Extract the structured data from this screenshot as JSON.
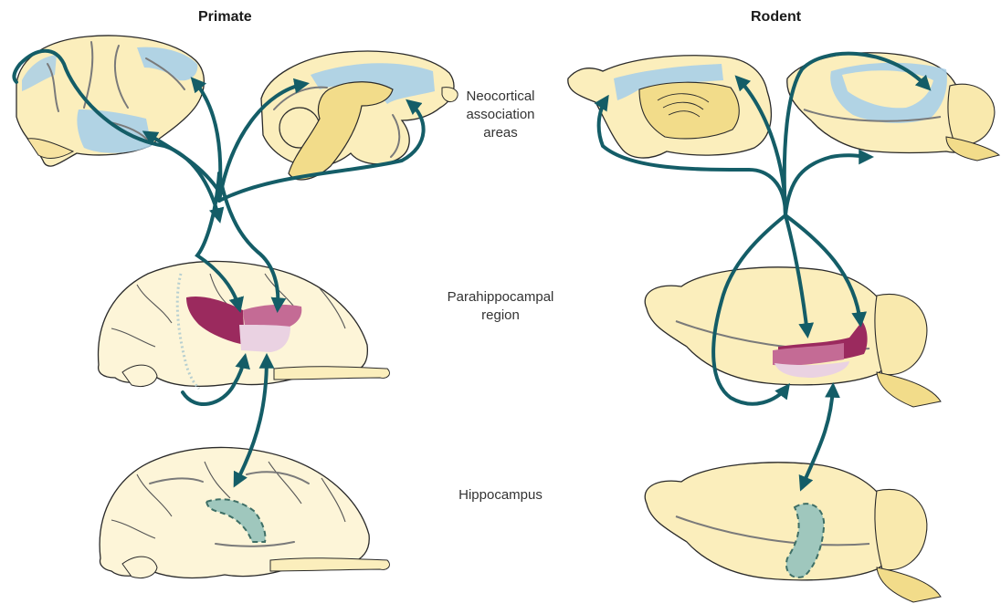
{
  "titles": {
    "left": "Primate",
    "right": "Rodent"
  },
  "labels": {
    "neocortical": [
      "Neocortical",
      "association",
      "areas"
    ],
    "parahippocampal": [
      "Parahippocampal",
      "region"
    ],
    "hippocampus": [
      "Hippocampus"
    ]
  },
  "colors": {
    "brain_fill": "#fbeebc",
    "brain_fill_light": "#fdf5d8",
    "brain_stroke": "#2a2a2a",
    "sulcus": "#7a7a7a",
    "association_area": "#a9cfe8",
    "deep_structure": "#f2dc8a",
    "cerebellum": "#f9e9ad",
    "parahippocampal_dark": "#9b2a5e",
    "parahippocampal_mid": "#c46b95",
    "parahippocampal_light": "#ead2e2",
    "hippocampus": "#9fc7bd",
    "hippocampus_stroke": "#3e6f66",
    "arrow": "#145d67"
  },
  "icons": [
    "arrow-head"
  ]
}
